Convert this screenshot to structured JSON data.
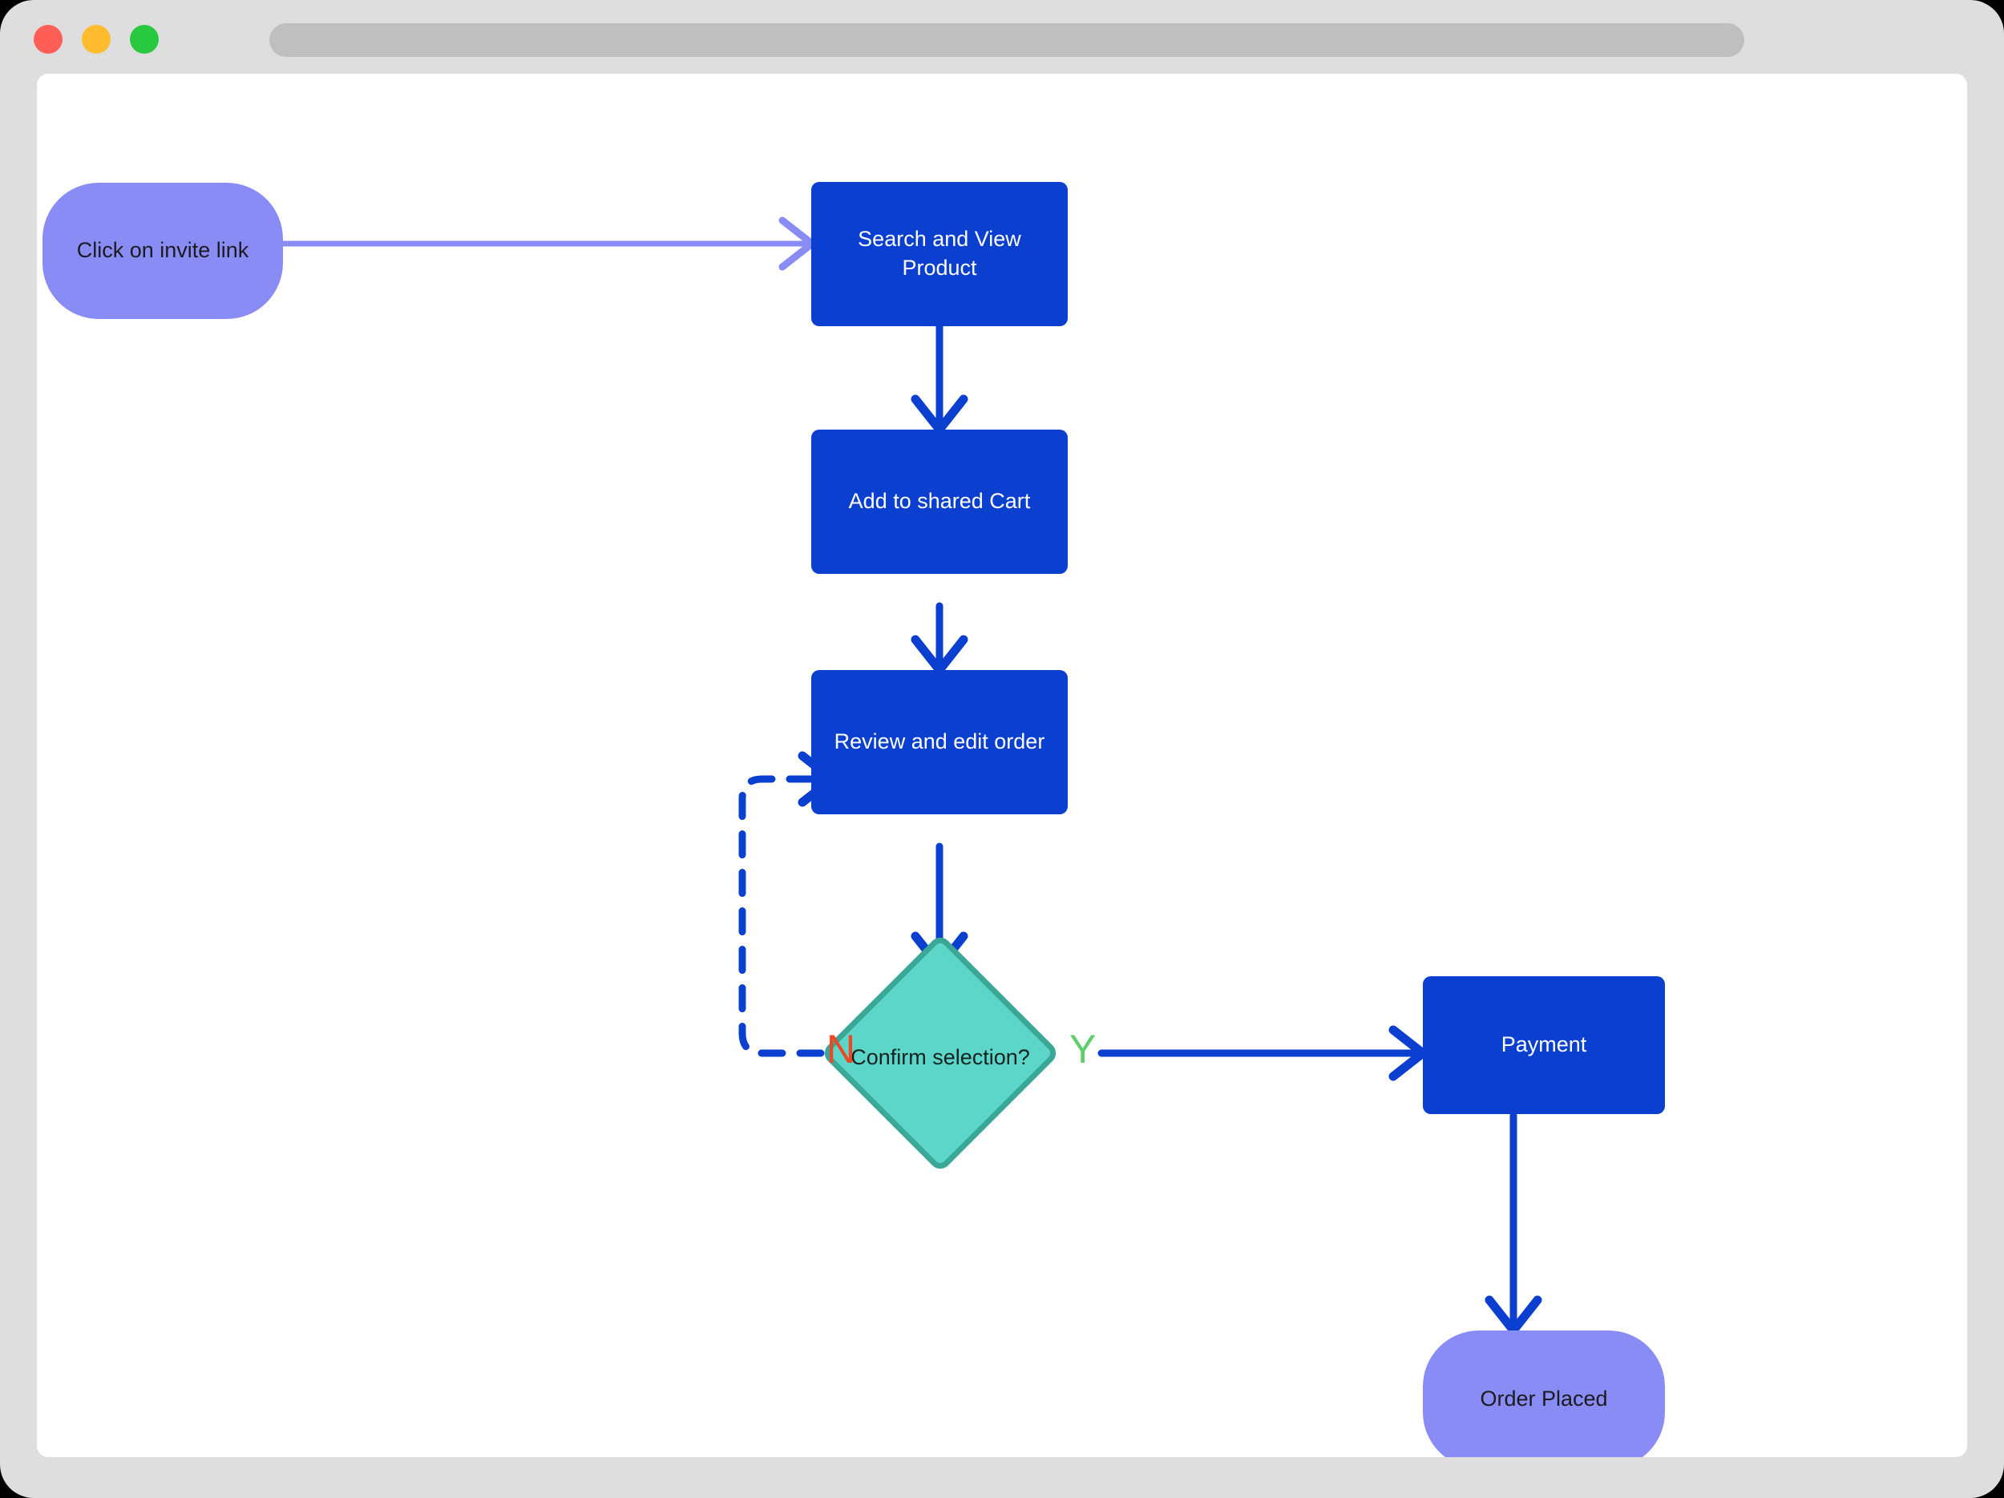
{
  "window": {
    "traffic_lights": [
      {
        "name": "close",
        "color": "#ff5f57"
      },
      {
        "name": "minimize",
        "color": "#febc2e"
      },
      {
        "name": "maximize",
        "color": "#28c840"
      }
    ],
    "url_bar_value": "",
    "url_bar_placeholder": ""
  },
  "palette": {
    "terminal_fill": "#8a8cf5",
    "process_fill": "#0b3fd0",
    "decision_fill": "#5bd6c8",
    "decision_stroke": "#3aa797",
    "edge_blue": "#0b3fd0",
    "edge_purple": "#8a8cf5",
    "label_no": "#f04722",
    "label_yes": "#5ece6b",
    "canvas": "#ffffff",
    "chrome": "#dedede"
  },
  "chart_data": {
    "type": "diagram",
    "diagram_kind": "flowchart",
    "title": "",
    "nodes": [
      {
        "id": "start",
        "label": "Click on invite link",
        "shape": "stadium",
        "fill": "#8a8cf5"
      },
      {
        "id": "search",
        "label": "Search and View Product",
        "shape": "rectangle",
        "fill": "#0b3fd0"
      },
      {
        "id": "cart",
        "label": "Add to shared Cart",
        "shape": "rectangle",
        "fill": "#0b3fd0"
      },
      {
        "id": "review",
        "label": "Review and edit order",
        "shape": "rectangle",
        "fill": "#0b3fd0"
      },
      {
        "id": "confirm",
        "label": "Confirm selection?",
        "shape": "diamond",
        "fill": "#5bd6c8"
      },
      {
        "id": "payment",
        "label": "Payment",
        "shape": "rectangle",
        "fill": "#0b3fd0"
      },
      {
        "id": "placed",
        "label": "Order Placed",
        "shape": "stadium",
        "fill": "#8a8cf5"
      }
    ],
    "edges": [
      {
        "from": "start",
        "to": "search",
        "label": "",
        "style": "solid",
        "color": "#8a8cf5"
      },
      {
        "from": "search",
        "to": "cart",
        "label": "",
        "style": "solid",
        "color": "#0b3fd0"
      },
      {
        "from": "cart",
        "to": "review",
        "label": "",
        "style": "solid",
        "color": "#0b3fd0"
      },
      {
        "from": "review",
        "to": "confirm",
        "label": "",
        "style": "solid",
        "color": "#0b3fd0"
      },
      {
        "from": "confirm",
        "to": "review",
        "label": "N",
        "style": "dashed",
        "color": "#0b3fd0"
      },
      {
        "from": "confirm",
        "to": "payment",
        "label": "Y",
        "style": "solid",
        "color": "#0b3fd0"
      },
      {
        "from": "payment",
        "to": "placed",
        "label": "",
        "style": "solid",
        "color": "#0b3fd0"
      }
    ]
  },
  "nodes": {
    "start": {
      "label": "Click on invite link"
    },
    "search": {
      "label": "Search and View Product"
    },
    "cart": {
      "label": "Add to shared Cart"
    },
    "review": {
      "label": "Review and edit order"
    },
    "confirm": {
      "label": "Confirm selection?"
    },
    "payment": {
      "label": "Payment"
    },
    "placed": {
      "label": "Order Placed"
    }
  },
  "labels": {
    "no": "N",
    "yes": "Y"
  }
}
